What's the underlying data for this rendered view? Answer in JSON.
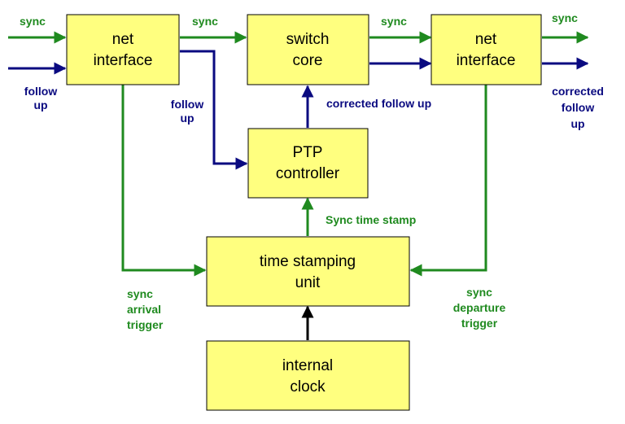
{
  "colors": {
    "sync": "#1f8a1f",
    "follow_up": "#0a0a80",
    "clock": "#000000",
    "box_fill": "#ffff7f"
  },
  "boxes": {
    "net_interface_in": [
      "net",
      "interface"
    ],
    "switch_core": [
      "switch",
      "core"
    ],
    "net_interface_out": [
      "net",
      "interface"
    ],
    "ptp_controller": [
      "PTP",
      "controller"
    ],
    "time_stamping_unit": [
      "time stamping",
      "unit"
    ],
    "internal_clock": [
      "internal",
      "clock"
    ]
  },
  "labels": {
    "sync_in": "sync",
    "follow_up_in": [
      "follow",
      "up"
    ],
    "sync_to_core": "sync",
    "follow_up_to_ptp": [
      "follow",
      "up"
    ],
    "sync_core_to_net": "sync",
    "sync_out": "sync",
    "corrected_follow_up_core": "corrected follow up",
    "corrected_follow_up_out": [
      "corrected",
      "follow",
      "up"
    ],
    "sync_time_stamp": "Sync time stamp",
    "sync_arrival_trigger": [
      "sync",
      "arrival",
      "trigger"
    ],
    "sync_departure_trigger": [
      "sync",
      "departure",
      "trigger"
    ]
  }
}
